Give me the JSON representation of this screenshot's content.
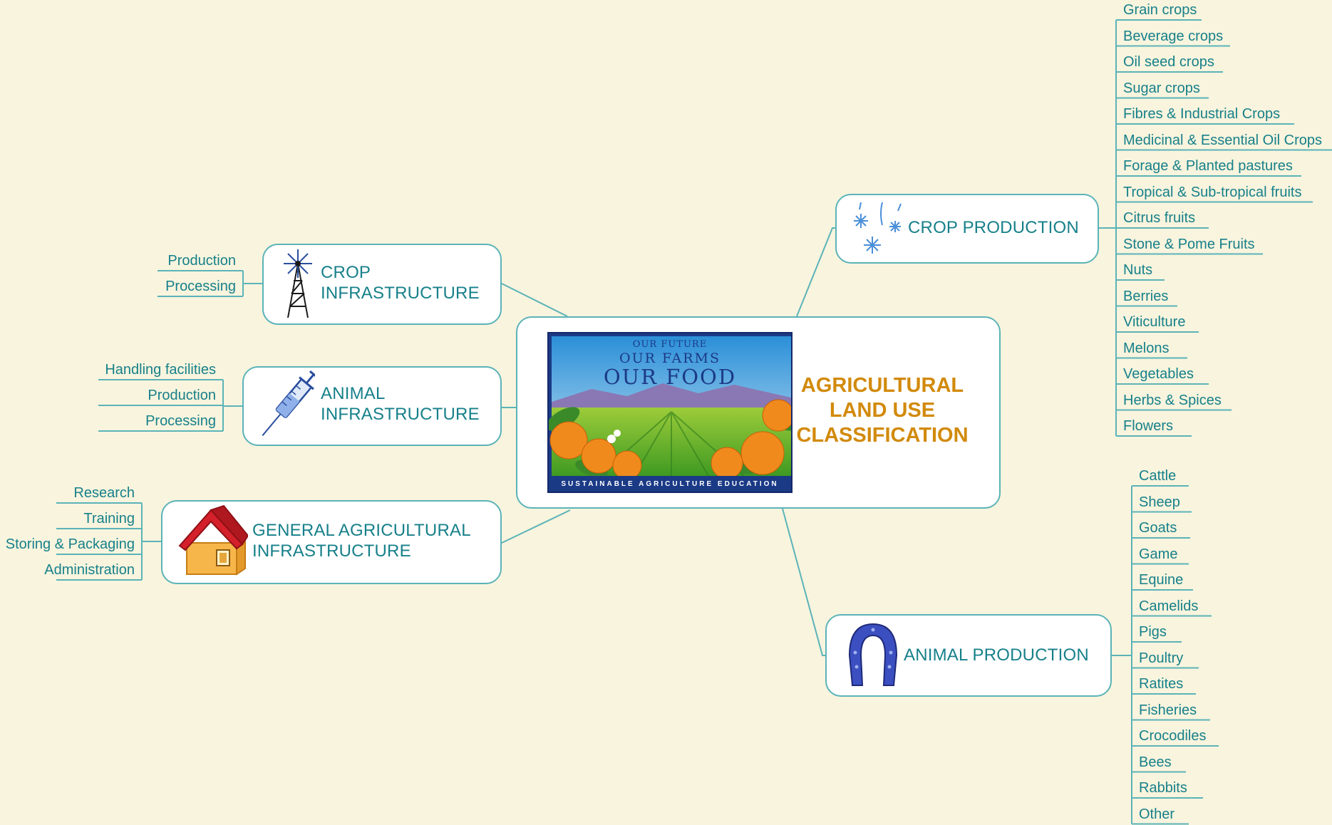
{
  "central": {
    "title_lines": [
      "AGRICULTURAL",
      "LAND USE",
      "CLASSIFICATION"
    ],
    "banner": {
      "line1": "OUR FUTURE",
      "line2": "OUR FARMS",
      "line3": "OUR FOOD",
      "footer": "SUSTAINABLE AGRICULTURE EDUCATION"
    }
  },
  "crop_infrastructure": {
    "label_lines": [
      "CROP",
      "INFRASTRUCTURE"
    ],
    "icon": "windmill-icon",
    "children": [
      "Production",
      "Processing"
    ]
  },
  "animal_infrastructure": {
    "label_lines": [
      "ANIMAL",
      "INFRASTRUCTURE"
    ],
    "icon": "syringe-icon",
    "children": [
      "Handling facilities",
      "Production",
      "Processing"
    ]
  },
  "general_infrastructure": {
    "label_lines": [
      "GENERAL AGRICULTURAL",
      "INFRASTRUCTURE"
    ],
    "icon": "house-icon",
    "children": [
      "Research",
      "Training",
      "Storing & Packaging",
      "Administration"
    ]
  },
  "crop_production": {
    "label": "CROP PRODUCTION",
    "icon": "rain-snow-icon",
    "children": [
      "Grain crops",
      "Beverage crops",
      "Oil seed crops",
      "Sugar crops",
      "Fibres & Industrial Crops",
      "Medicinal & Essential Oil Crops",
      "Forage & Planted pastures",
      "Tropical & Sub-tropical fruits",
      "Citrus fruits",
      "Stone & Pome Fruits",
      "Nuts",
      "Berries",
      "Viticulture",
      "Melons",
      "Vegetables",
      "Herbs & Spices",
      "Flowers"
    ]
  },
  "animal_production": {
    "label": "ANIMAL PRODUCTION",
    "icon": "horseshoe-icon",
    "children": [
      "Cattle",
      "Sheep",
      "Goats",
      "Game",
      "Equine",
      "Camelids",
      "Pigs",
      "Poultry",
      "Ratites",
      "Fisheries",
      "Crocodiles",
      "Bees",
      "Rabbits",
      "Other"
    ]
  },
  "colors": {
    "background": "#f8f4de",
    "line": "#5bb3b8",
    "text": "#17808a",
    "central_title": "#d28a0b"
  }
}
